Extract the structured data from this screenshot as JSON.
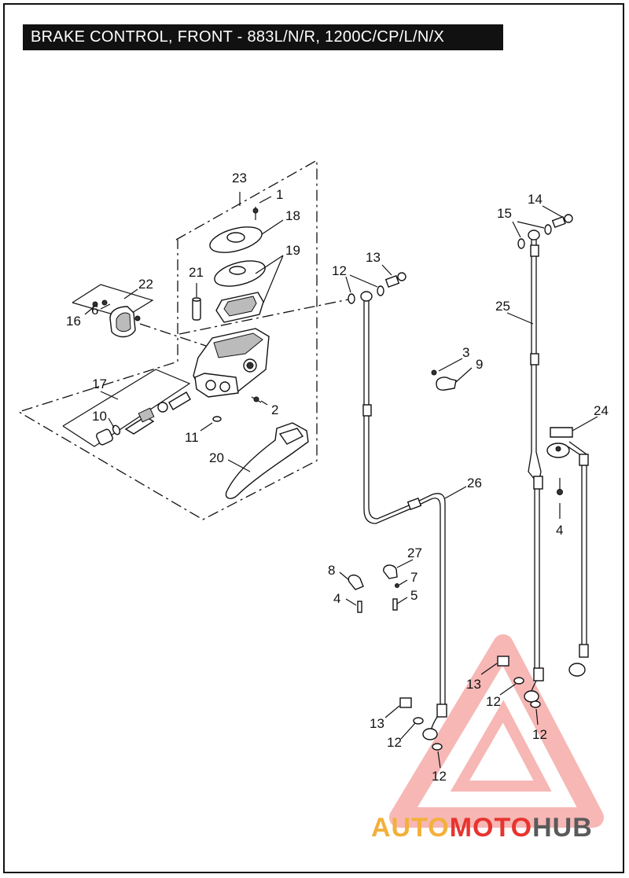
{
  "title": "BRAKE CONTROL, FRONT - 883L/N/R, 1200C/CP/L/N/X",
  "callouts": [
    {
      "id": "c1",
      "label": "1"
    },
    {
      "id": "c2",
      "label": "2"
    },
    {
      "id": "c3",
      "label": "3"
    },
    {
      "id": "c4a",
      "label": "4"
    },
    {
      "id": "c4b",
      "label": "4"
    },
    {
      "id": "c5",
      "label": "5"
    },
    {
      "id": "c6",
      "label": "6"
    },
    {
      "id": "c7",
      "label": "7"
    },
    {
      "id": "c8",
      "label": "8"
    },
    {
      "id": "c9",
      "label": "9"
    },
    {
      "id": "c10",
      "label": "10"
    },
    {
      "id": "c11",
      "label": "11"
    },
    {
      "id": "c12a",
      "label": "12"
    },
    {
      "id": "c12b",
      "label": "12"
    },
    {
      "id": "c12c",
      "label": "12"
    },
    {
      "id": "c12d",
      "label": "12"
    },
    {
      "id": "c12e",
      "label": "12"
    },
    {
      "id": "c13a",
      "label": "13"
    },
    {
      "id": "c13b",
      "label": "13"
    },
    {
      "id": "c13c",
      "label": "13"
    },
    {
      "id": "c14",
      "label": "14"
    },
    {
      "id": "c15",
      "label": "15"
    },
    {
      "id": "c16",
      "label": "16"
    },
    {
      "id": "c17",
      "label": "17"
    },
    {
      "id": "c18",
      "label": "18"
    },
    {
      "id": "c19",
      "label": "19"
    },
    {
      "id": "c20",
      "label": "20"
    },
    {
      "id": "c21",
      "label": "21"
    },
    {
      "id": "c22",
      "label": "22"
    },
    {
      "id": "c23",
      "label": "23"
    },
    {
      "id": "c24",
      "label": "24"
    },
    {
      "id": "c25",
      "label": "25"
    },
    {
      "id": "c26",
      "label": "26"
    },
    {
      "id": "c27",
      "label": "27"
    }
  ],
  "watermark": {
    "part1": "AUTO",
    "part2": "MOTO",
    "part3": "HUB",
    "colors": {
      "auto": "#f3b03a",
      "moto": "#e8342f",
      "hub": "#5a5a5a",
      "triangle": "#e8342f"
    }
  }
}
